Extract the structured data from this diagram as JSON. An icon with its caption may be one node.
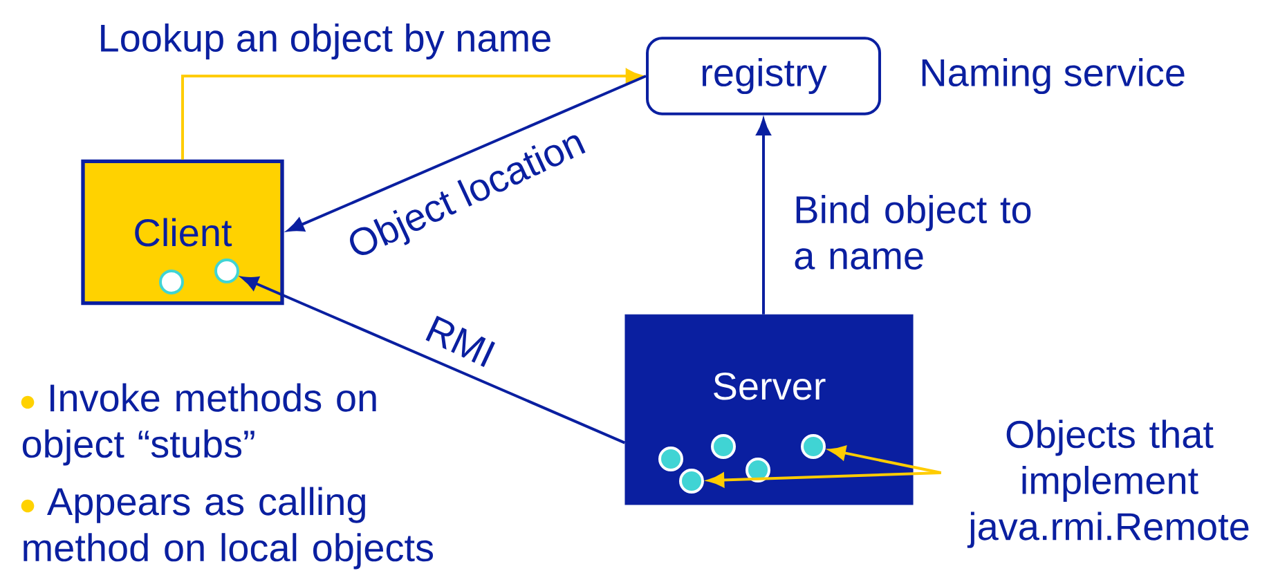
{
  "diagram": {
    "nodes": [
      {
        "text": [
          "Client"
        ]
      },
      {
        "text": [
          "registry"
        ],
        "beside": [
          "Naming service"
        ]
      },
      {
        "text": [
          "Server"
        ]
      },
      {
        "text": [],
        "shape": "circle",
        "in": 0
      },
      {
        "text": [],
        "shape": "circle",
        "in": 0
      },
      {
        "text": [],
        "shape": "circle",
        "in": 2
      },
      {
        "text": [],
        "shape": "circle",
        "in": 2
      },
      {
        "text": [],
        "shape": "circle",
        "in": 2
      },
      {
        "text": [],
        "shape": "circle",
        "in": 2
      },
      {
        "text": [],
        "shape": "circle",
        "in": 2
      },
      {
        "text": [
          "Objects that implement java.rmi.Remote"
        ]
      }
    ],
    "edges": [
      {
        "from": 0,
        "to": 1,
        "arrow": "to",
        "label": "Lookup an object by name",
        "color": "#ffcc00"
      },
      {
        "from": 1,
        "to": 0,
        "arrow": "to",
        "label": "Object location",
        "color": "#0a1fa0"
      },
      {
        "from": 2,
        "to": 1,
        "arrow": "to",
        "label": "Bind object to a name",
        "color": "#0a1fa0"
      },
      {
        "from": 2,
        "to": 4,
        "arrow": "to",
        "label": "RMI",
        "color": "#0a1fa0"
      },
      {
        "from": 10,
        "to": 9,
        "arrow": "to",
        "color": "#ffcc00"
      },
      {
        "from": 10,
        "to": 6,
        "arrow": "to",
        "color": "#ffcc00"
      }
    ],
    "labels": [
      "Invoke methods on object “stubs”",
      "Appears as calling method on local objects"
    ]
  }
}
